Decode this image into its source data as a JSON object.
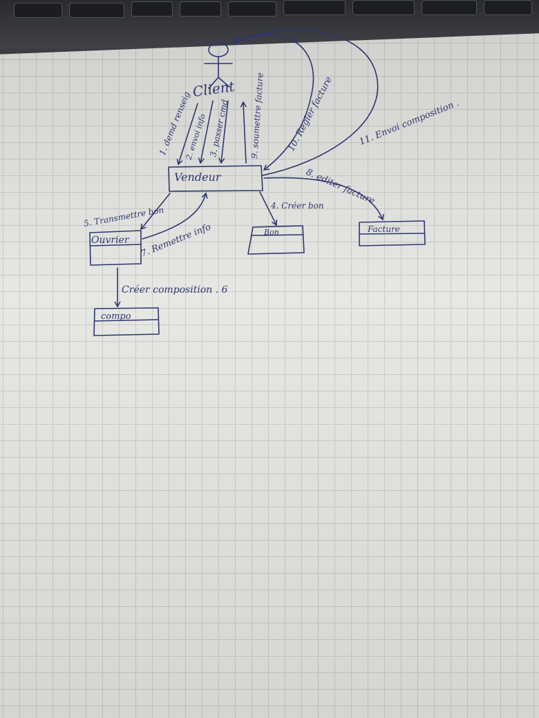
{
  "diagram": {
    "actor": {
      "label": "Client"
    },
    "boxes": {
      "vendeur": "Vendeur",
      "ouvrier": "Ouvrier",
      "bon": "Bon",
      "facture": "Facture",
      "compo": "compo"
    },
    "messages": {
      "m1": "1. demd renseig",
      "m2": "2. envoi info",
      "m3": "3. passer cmd",
      "m9": "9. soumettre facture",
      "m10": "10. Regler facture",
      "m11": "11. Envoi composition .",
      "m8": "8. editer facture",
      "m5": "5. Transmettre bon",
      "m4": "4. Créer bon",
      "m7": "7. Remettre info",
      "m6": "Créer composition . 6"
    }
  },
  "colors": {
    "ink": "#2e3570",
    "paper": "#e7e8e4",
    "grid": "#c9ccc8"
  }
}
